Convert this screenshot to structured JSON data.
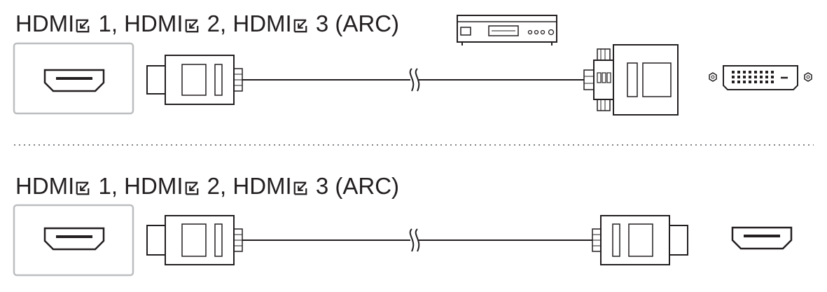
{
  "sections": [
    {
      "title_parts": [
        "HDMI",
        " 1, HDMI",
        " 2, HDMI",
        " 3 (ARC)"
      ],
      "source_port": "dvi",
      "source_device_icon": "media-player-icon"
    },
    {
      "title_parts": [
        "HDMI",
        " 1, HDMI",
        " 2, HDMI",
        " 3 (ARC)"
      ],
      "source_port": "hdmi",
      "source_device_icon": ""
    }
  ],
  "input_icon": "hdmi-input-arrow-icon",
  "colors": {
    "line": "#231f20",
    "panel_border": "#bcbec0",
    "divider": "#808285"
  }
}
